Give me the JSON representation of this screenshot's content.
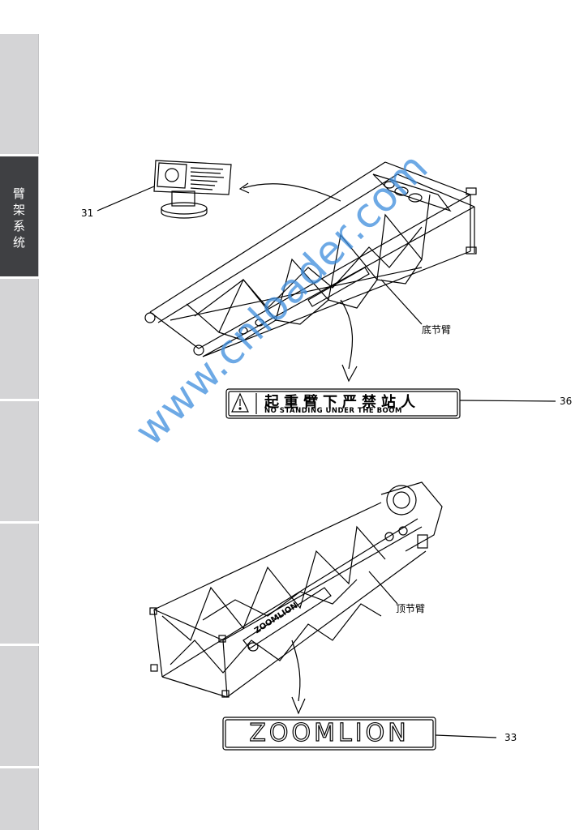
{
  "sidebar": {
    "active_tab_label": [
      "臂",
      "架",
      "系",
      "统"
    ],
    "tabs": [
      "",
      "臂架系统",
      "",
      "",
      "",
      "",
      ""
    ]
  },
  "upper_figure": {
    "part_name": "底节臂",
    "callout_plate": "31",
    "callout_sign": "36",
    "sign": {
      "chinese": "起重臂下严禁站人",
      "english": "NO STANDING UNDER THE BOOM"
    }
  },
  "lower_figure": {
    "part_name": "顶节臂",
    "callout_logo": "33",
    "logo_text": "ZOOMLION",
    "boom_text": "ZOOMLION"
  },
  "watermark": "www.cnloader.com"
}
